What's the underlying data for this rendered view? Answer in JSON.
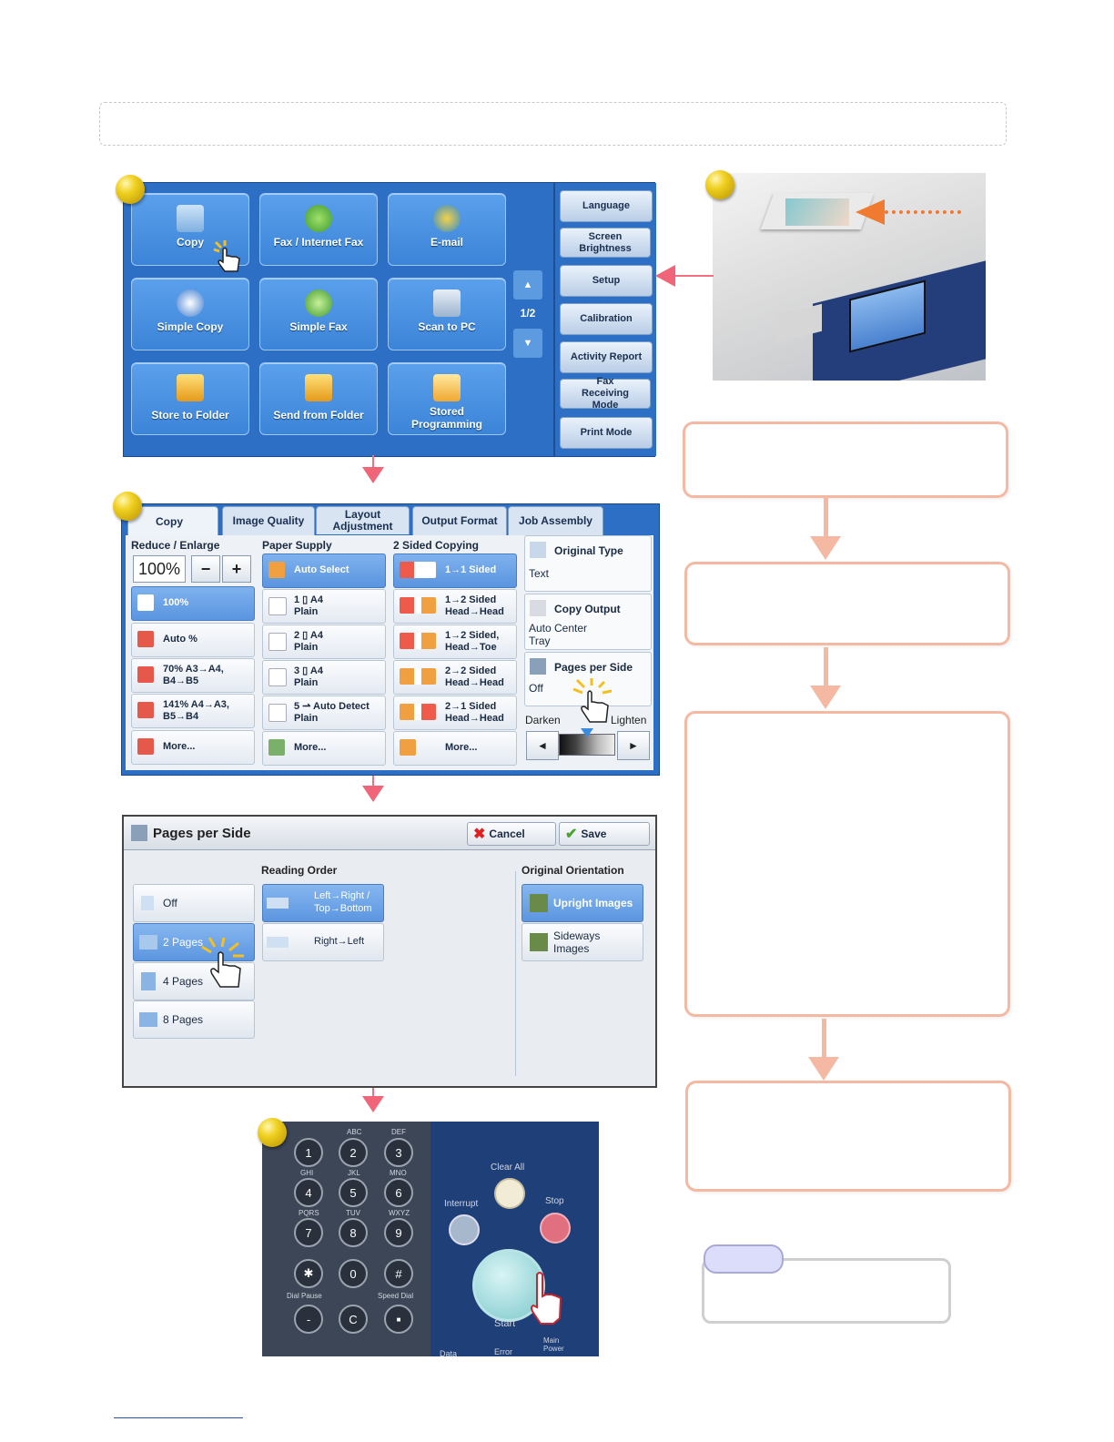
{
  "main_menu": {
    "tiles": [
      {
        "label": "Copy",
        "icon": "copy-icon"
      },
      {
        "label": "Fax / Internet Fax",
        "icon": "fax-icon"
      },
      {
        "label": "E-mail",
        "icon": "email-icon"
      },
      {
        "label": "Simple Copy",
        "icon": "simple-copy-icon"
      },
      {
        "label": "Simple Fax",
        "icon": "simple-fax-icon"
      },
      {
        "label": "Scan to PC",
        "icon": "scan-pc-icon"
      },
      {
        "label": "Store to Folder",
        "icon": "store-folder-icon"
      },
      {
        "label": "Send from Folder",
        "icon": "send-folder-icon"
      },
      {
        "label": "Stored Programming",
        "icon": "stored-programming-icon"
      }
    ],
    "page_indicator": "1/2",
    "side_buttons": [
      "Language",
      "Screen Brightness",
      "Setup",
      "Calibration",
      "Activity Report",
      "Fax Receiving Mode",
      "Print Mode"
    ]
  },
  "copy_screen": {
    "tabs": [
      "Copy",
      "Image Quality",
      "Layout Adjustment",
      "Output Format",
      "Job Assembly"
    ],
    "reduce_enlarge": {
      "title": "Reduce / Enlarge",
      "value": "100%",
      "minus": "−",
      "plus": "+",
      "options": [
        "100%",
        "Auto %",
        "70% A3→A4, B4→B5",
        "141% A4→A3, B5→B4",
        "More..."
      ]
    },
    "paper_supply": {
      "title": "Paper Supply",
      "options": [
        "Auto Select",
        "1 ▯ A4 Plain",
        "2 ▯ A4 Plain",
        "3 ▯ A4 Plain",
        "5 ⇀ Auto Detect Plain",
        "More..."
      ]
    },
    "two_sided": {
      "title": "2 Sided Copying",
      "options": [
        "1→1 Sided",
        "1→2 Sided Head→Head",
        "1→2 Sided, Head→Toe",
        "2→2 Sided Head→Head",
        "2→1 Sided Head→Head",
        "More..."
      ]
    },
    "original_type": {
      "title": "Original Type",
      "value": "Text"
    },
    "copy_output": {
      "title": "Copy Output",
      "value": "Auto Center Tray"
    },
    "pages_per_side": {
      "title": "Pages per Side",
      "value": "Off"
    },
    "darkness": {
      "darken": "Darken",
      "lighten": "Lighten",
      "left_arrow": "◄",
      "right_arrow": "►"
    }
  },
  "pages_per_side_screen": {
    "title": "Pages per Side",
    "cancel": "Cancel",
    "save": "Save",
    "options": [
      "Off",
      "2 Pages",
      "4 Pages",
      "8 Pages"
    ],
    "reading_order_title": "Reading Order",
    "reading_order": [
      "Left→Right / Top→Bottom",
      "Right→Left"
    ],
    "orientation_title": "Original Orientation",
    "orientation": [
      "Upright Images",
      "Sideways Images"
    ]
  },
  "keypad": {
    "keys": [
      {
        "n": "1",
        "sub": ""
      },
      {
        "n": "2",
        "sub": "ABC"
      },
      {
        "n": "3",
        "sub": "DEF"
      },
      {
        "n": "4",
        "sub": "GHI"
      },
      {
        "n": "5",
        "sub": "JKL"
      },
      {
        "n": "6",
        "sub": "MNO"
      },
      {
        "n": "7",
        "sub": "PQRS"
      },
      {
        "n": "8",
        "sub": "TUV"
      },
      {
        "n": "9",
        "sub": "WXYZ"
      },
      {
        "n": "✱",
        "sub": ""
      },
      {
        "n": "0",
        "sub": ""
      },
      {
        "n": "#",
        "sub": ""
      },
      {
        "n": "-",
        "sub": "Dial Pause"
      },
      {
        "n": "C",
        "sub": ""
      },
      {
        "n": "■",
        "sub": "Speed Dial"
      }
    ],
    "clear_all": "Clear All",
    "interrupt": "Interrupt",
    "stop": "Stop",
    "start": "Start",
    "data": "Data",
    "error": "Error",
    "main_power": "Main Power"
  },
  "colors": {
    "accent_blue": "#2d6fc4",
    "peach": "#f5b8a3",
    "pink_arrow": "#f06578",
    "orange_arrow": "#f07a30"
  }
}
